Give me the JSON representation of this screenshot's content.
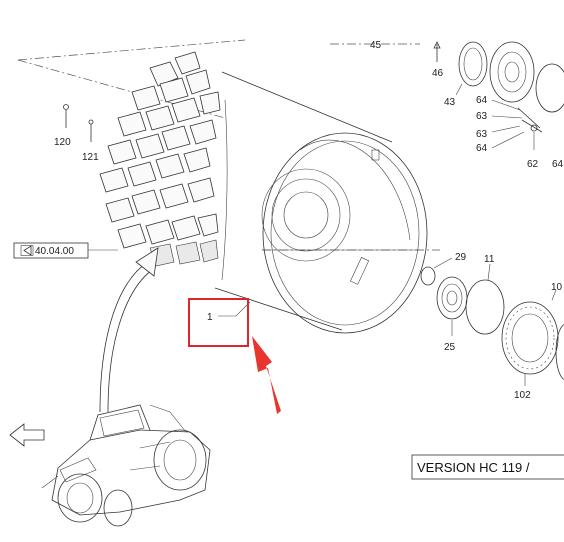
{
  "labels": {
    "p1": "1",
    "p11": "11",
    "p25": "25",
    "p29": "29",
    "p43": "43",
    "p45": "45",
    "p46": "46",
    "p62": "62",
    "p63a": "63",
    "p63b": "63",
    "p64a": "64",
    "p64b": "64",
    "p64c": "64",
    "p102": "102",
    "p10x": "10",
    "p120": "120",
    "p121": "121"
  },
  "reference": "40.04.00",
  "version": "VERSION HC 119 /",
  "colors": {
    "highlight": "#e0242b",
    "line": "#333333"
  },
  "icons": {
    "reference_arrow": "left-triangle-icon",
    "direction_arrow": "outline-arrow-icon"
  }
}
